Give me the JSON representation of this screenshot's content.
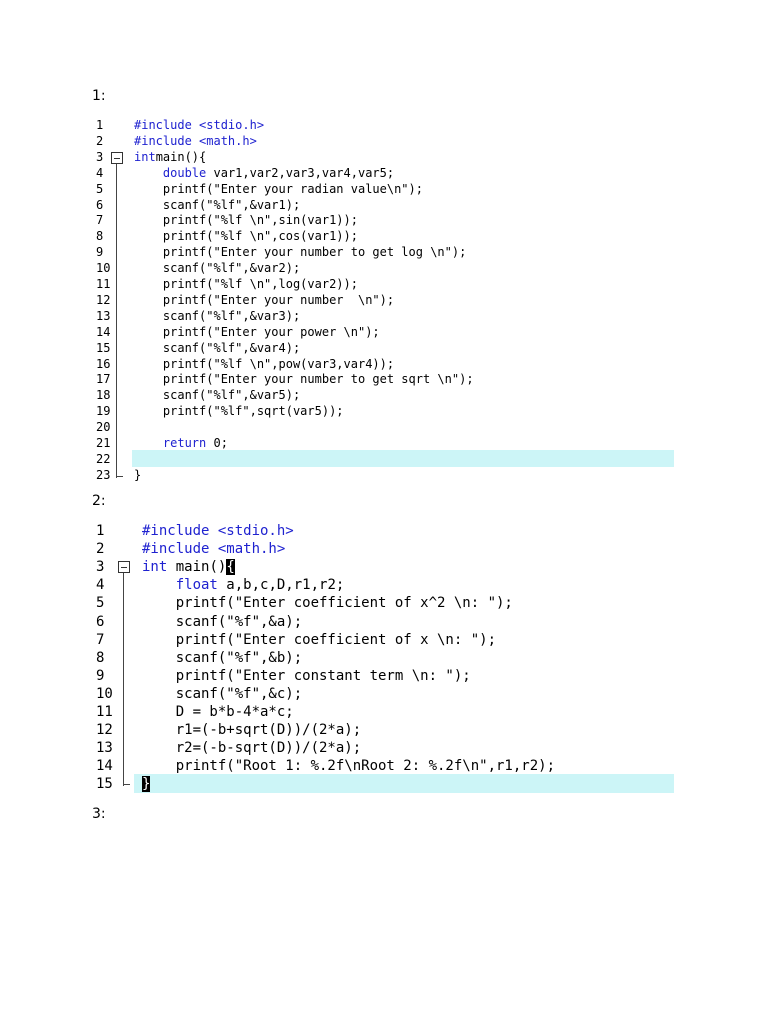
{
  "labels": [
    "1:",
    "2:",
    "3:"
  ],
  "snippet1": {
    "lines": [
      [
        [
          "pp",
          "#include <stdio.h>"
        ]
      ],
      [
        [
          "pp",
          "#include <math.h>"
        ]
      ],
      [
        [
          "kw",
          "int"
        ],
        [
          "",
          "main(){"
        ]
      ],
      [
        [
          "",
          "    "
        ],
        [
          "kw",
          "double"
        ],
        [
          "",
          " var1,var2,var3,var4,var5;"
        ]
      ],
      [
        [
          "",
          "    printf(\"Enter your radian value\\n\");"
        ]
      ],
      [
        [
          "",
          "    scanf(\"%lf\",&var1);"
        ]
      ],
      [
        [
          "",
          "    printf(\"%lf \\n\",sin(var1));"
        ]
      ],
      [
        [
          "",
          "    printf(\"%lf \\n\",cos(var1));"
        ]
      ],
      [
        [
          "",
          "    printf(\"Enter your number to get log \\n\");"
        ]
      ],
      [
        [
          "",
          "    scanf(\"%lf\",&var2);"
        ]
      ],
      [
        [
          "",
          "    printf(\"%lf \\n\",log(var2));"
        ]
      ],
      [
        [
          "",
          "    printf(\"Enter your number  \\n\");"
        ]
      ],
      [
        [
          "",
          "    scanf(\"%lf\",&var3);"
        ]
      ],
      [
        [
          "",
          "    printf(\"Enter your power \\n\");"
        ]
      ],
      [
        [
          "",
          "    scanf(\"%lf\",&var4);"
        ]
      ],
      [
        [
          "",
          "    printf(\"%lf \\n\",pow(var3,var4));"
        ]
      ],
      [
        [
          "",
          "    printf(\"Enter your number to get sqrt \\n\");"
        ]
      ],
      [
        [
          "",
          "    scanf(\"%lf\",&var5);"
        ]
      ],
      [
        [
          "",
          "    printf(\"%lf\",sqrt(var5));"
        ]
      ],
      [
        [
          "",
          ""
        ]
      ],
      [
        [
          "",
          "    "
        ],
        [
          "kw",
          "return"
        ],
        [
          "",
          " 0;"
        ]
      ],
      [
        [
          "",
          ""
        ]
      ],
      [
        [
          "",
          "}"
        ]
      ]
    ],
    "line_numbers": [
      "1",
      "2",
      "3",
      "4",
      "5",
      "6",
      "7",
      "8",
      "9",
      "10",
      "11",
      "12",
      "13",
      "14",
      "15",
      "16",
      "17",
      "18",
      "19",
      "20",
      "21",
      "22",
      "23"
    ],
    "highlight_line": 22
  },
  "snippet2": {
    "lines": [
      [
        [
          "pp",
          "#include <stdio.h>"
        ]
      ],
      [
        [
          "pp",
          "#include <math.h>"
        ]
      ],
      [
        [
          "kw",
          "int"
        ],
        [
          "",
          " main()"
        ],
        [
          "cursor",
          "{"
        ]
      ],
      [
        [
          "",
          "    "
        ],
        [
          "kw",
          "float"
        ],
        [
          "",
          " a,b,c,D,r1,r2;"
        ]
      ],
      [
        [
          "",
          "    printf(\"Enter coefficient of x^2 \\n: \");"
        ]
      ],
      [
        [
          "",
          "    scanf(\"%f\",&a);"
        ]
      ],
      [
        [
          "",
          "    printf(\"Enter coefficient of x \\n: \");"
        ]
      ],
      [
        [
          "",
          "    scanf(\"%f\",&b);"
        ]
      ],
      [
        [
          "",
          "    printf(\"Enter constant term \\n: \");"
        ]
      ],
      [
        [
          "",
          "    scanf(\"%f\",&c);"
        ]
      ],
      [
        [
          "",
          "    D = b*b-4*a*c;"
        ]
      ],
      [
        [
          "",
          "    r1=(-b+sqrt(D))/(2*a);"
        ]
      ],
      [
        [
          "",
          "    r2=(-b-sqrt(D))/(2*a);"
        ]
      ],
      [
        [
          "",
          "    printf(\"Root 1: %.2f\\nRoot 2: %.2f\\n\",r1,r2);"
        ]
      ],
      [
        [
          "cursor",
          "}"
        ]
      ]
    ],
    "line_numbers": [
      "1",
      "2",
      "3",
      "4",
      "5",
      "6",
      "7",
      "8",
      "9",
      "10",
      "11",
      "12",
      "13",
      "14",
      "15"
    ],
    "highlight_line": 15
  }
}
